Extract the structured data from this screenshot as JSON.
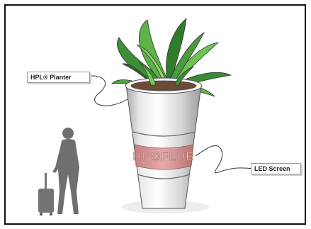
{
  "labels": {
    "planter": "HPL® Planter",
    "screen": "LED Screen"
  },
  "screen_text": "HPOFLUE",
  "colors": {
    "leaf_dark": "#2d7a2a",
    "leaf_light": "#7fcf5a",
    "pot_light": "#f2f2f2",
    "pot_shade": "#b9b9b9",
    "screen": "#d48a8a",
    "silhouette": "#6f6f6f"
  }
}
